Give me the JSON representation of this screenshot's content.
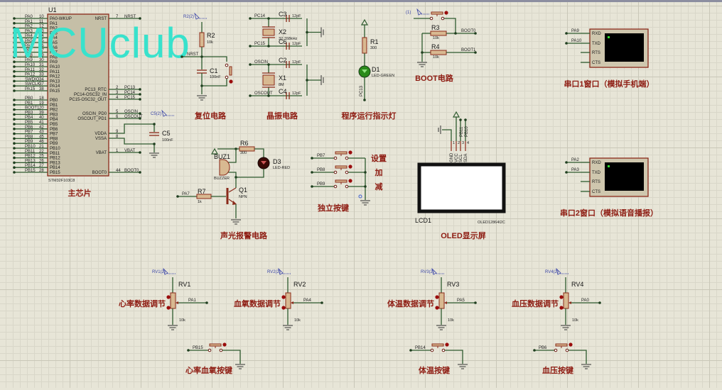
{
  "watermark": "MCUclub",
  "colors": {
    "wire": "#2e5a2e",
    "component_outline": "#8b2a1a",
    "component_fill": "#d8b991",
    "title_text": "#8e1c12",
    "watermark": "#38e2cc",
    "led_green": "#2a8a1a",
    "led_red": "#3a0a06"
  },
  "mcu": {
    "ref": "U1",
    "part": "STM32F103C8",
    "title": "主芯片",
    "left_pins": [
      [
        "PA0",
        "10",
        "PA0-WKUP"
      ],
      [
        "PA1",
        "11",
        "PA1"
      ],
      [
        "PA2",
        "12",
        "PA2"
      ],
      [
        "PA3",
        "13",
        "PA3"
      ],
      [
        "PA4",
        "14",
        "PA4"
      ],
      [
        "PA5",
        "15",
        "PA5"
      ],
      [
        "PA6",
        "16",
        "PA6"
      ],
      [
        "PA7",
        "17",
        "PA7"
      ],
      [
        "PA8",
        "29",
        "PA8"
      ],
      [
        "PA9",
        "30",
        "PA9"
      ],
      [
        "PA10",
        "31",
        "PA10"
      ],
      [
        "PA11",
        "32",
        "PA11"
      ],
      [
        "PA12",
        "33",
        "PA12"
      ],
      [
        "SWDIO",
        "34",
        "PA13"
      ],
      [
        "SWCLK",
        "37",
        "PA14"
      ],
      [
        "PA15",
        "38",
        "PA15"
      ],
      [
        "PB0",
        "18",
        "PB0"
      ],
      [
        "PB1",
        "19",
        "PB1"
      ],
      [
        "BOOT1",
        "20",
        "PB2"
      ],
      [
        "PB3",
        "39",
        "PB3"
      ],
      [
        "PB4",
        "40",
        "PB4"
      ],
      [
        "PB5",
        "41",
        "PB5"
      ],
      [
        "PB6",
        "42",
        "PB6"
      ],
      [
        "PB7",
        "43",
        "PB7"
      ],
      [
        "PB8",
        "45",
        "PB8"
      ],
      [
        "PB9",
        "46",
        "PB9"
      ],
      [
        "PB10",
        "21",
        "PB10"
      ],
      [
        "PB11",
        "22",
        "PB11"
      ],
      [
        "PB12",
        "25",
        "PB12"
      ],
      [
        "PB13",
        "26",
        "PB13"
      ],
      [
        "PB14",
        "27",
        "PB14"
      ],
      [
        "PB15",
        "28",
        "PB15"
      ]
    ],
    "right_pins": [
      [
        "NRST",
        "7",
        "NRST"
      ],
      [
        "PC13",
        "2",
        "PC13_RTC"
      ],
      [
        "PC14",
        "3",
        "PC14-OSC32_IN"
      ],
      [
        "PC15",
        "4",
        "PC15-OSC32_OUT"
      ],
      [
        "OSCIN",
        "5",
        "OSCIN_PD0"
      ],
      [
        "OSCOUT",
        "6",
        "OSCOUT_PD1"
      ],
      [
        "",
        "9",
        "VDDA"
      ],
      [
        "",
        "8",
        "VSSA"
      ],
      [
        "VBAT",
        "1",
        "VBAT"
      ],
      [
        "BOOT0",
        "44",
        "BOOT0"
      ]
    ],
    "c5": {
      "ref": "C5",
      "value": "100nF",
      "probe": "C5(2)"
    }
  },
  "reset": {
    "title": "复位电路",
    "r2": {
      "ref": "R2",
      "value": "10k",
      "probe": "R2(2)"
    },
    "net": "NRST",
    "c1": {
      "ref": "C1",
      "value": "100nF"
    }
  },
  "crystal": {
    "title": "晶振电路",
    "x2": {
      "ref": "X2",
      "value": "32.768kHz"
    },
    "x1": {
      "ref": "X1",
      "value": "8M"
    },
    "c3": {
      "ref": "C3",
      "value": "12pF"
    },
    "c6": {
      "ref": "C6",
      "value": "12pF"
    },
    "c2": {
      "ref": "C2",
      "value": "12pF"
    },
    "c4": {
      "ref": "C4",
      "value": "12pF"
    },
    "nets": [
      "PC14",
      "PC15",
      "OSCIN",
      "OSCOUT"
    ]
  },
  "run_led": {
    "title": "程序运行指示灯",
    "r1": {
      "ref": "R1",
      "value": "300"
    },
    "d1": {
      "ref": "D1",
      "value": "LED-GREEN"
    },
    "net": "PC13"
  },
  "boot": {
    "title": "BOOT电路",
    "probe": "(1)",
    "r3": {
      "ref": "R3",
      "value": "10k",
      "net": "BOOT0"
    },
    "r4": {
      "ref": "R4",
      "value": "10k",
      "net": "BOOT1"
    }
  },
  "uart1": {
    "title": "串口1窗口（模拟手机端）",
    "nets": [
      "PA9",
      "PA10"
    ],
    "pins": [
      "RXD",
      "TXD",
      "RTS",
      "CTS"
    ]
  },
  "uart2": {
    "title": "串口2窗口（模拟语音播报）",
    "nets": [
      "PA2",
      "PA3"
    ],
    "pins": [
      "RXD",
      "TXD",
      "RTS",
      "CTS"
    ]
  },
  "alarm": {
    "title": "声光报警电路",
    "r6": {
      "ref": "R6",
      "value": "300"
    },
    "d3": {
      "ref": "D3",
      "value": "LED-RED"
    },
    "buz": {
      "ref": "BUZ1",
      "value": "BUZZER"
    },
    "q1": {
      "ref": "Q1",
      "value": "NPN"
    },
    "r7": {
      "ref": "R7",
      "value": "1k"
    },
    "net": "PA7"
  },
  "keys": {
    "title": "独立按键",
    "nets": [
      "PB7",
      "PB8",
      "PB9"
    ],
    "labels": [
      "设置",
      "加",
      "减"
    ]
  },
  "oled": {
    "title": "OLED显示屏",
    "ref": "LCD1",
    "part": "OLED12864I2C",
    "pins": [
      "GND",
      "VCC",
      "SCL",
      "SDA"
    ],
    "pin_nums": [
      "1",
      "2",
      "3",
      "4"
    ],
    "nets": [
      "PB11",
      "PB10"
    ]
  },
  "pots": [
    {
      "ref": "RV1",
      "value": "10k",
      "probe": "RV1(2)",
      "net": "PA1",
      "title": "心率数据调节"
    },
    {
      "ref": "RV2",
      "value": "10k",
      "probe": "RV2(2)",
      "net": "PA4",
      "title": "血氧数据调节"
    },
    {
      "ref": "RV3",
      "value": "10k",
      "probe": "RV3(2)",
      "net": "PA5",
      "title": "体温数据调节"
    },
    {
      "ref": "RV4",
      "value": "10k",
      "probe": "RV4(2)",
      "net": "PA0",
      "title": "血压数据调节"
    }
  ],
  "bottom_keys": [
    {
      "net": "PB15",
      "title": "心率血氧按键"
    },
    {
      "net": "PB14",
      "title": "体温按键"
    },
    {
      "net": "PB6",
      "title": "血压按键"
    }
  ]
}
